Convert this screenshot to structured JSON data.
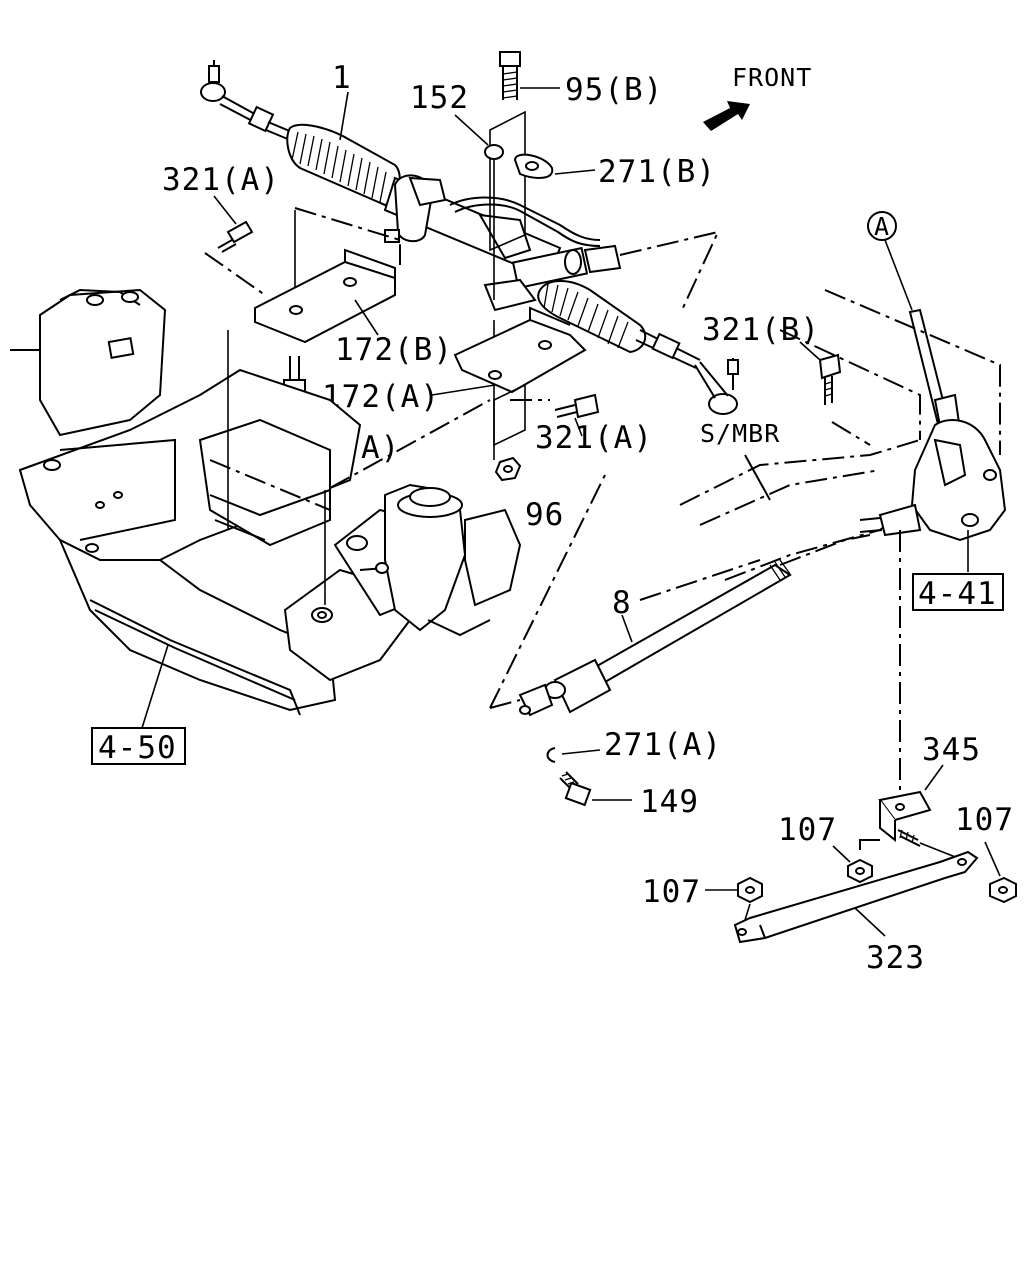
{
  "labels": {
    "front": "FRONT",
    "p1": "1",
    "p152": "152",
    "p95b": "95(B)",
    "p271b": "271(B)",
    "p321a_top": "321(A)",
    "p172b": "172(B)",
    "p172a": "172(A)",
    "p95a": "95(A)",
    "p321a_mid": "321(A)",
    "p96": "96",
    "p321b": "321(B)",
    "circle_a": "A",
    "smbr": "S/MBR",
    "ref441": "4-41",
    "ref450": "4-50",
    "p8": "8",
    "p271a": "271(A)",
    "p149": "149",
    "p345": "345",
    "p107_left": "107",
    "p107_mid": "107",
    "p107_right": "107",
    "p323": "323"
  }
}
